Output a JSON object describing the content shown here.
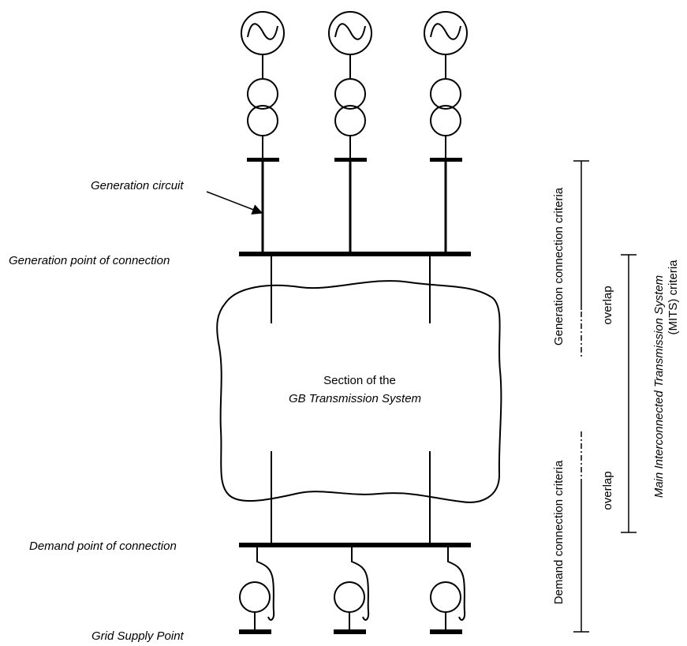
{
  "labels": {
    "generation_circuit": "Generation circuit",
    "generation_poc": "Generation point of connection",
    "demand_poc": "Demand point of connection",
    "grid_supply_point": "Grid Supply Point"
  },
  "cloud": {
    "line1": "Section of the",
    "line2": "GB Transmission System"
  },
  "criteria": {
    "generation": "Generation connection criteria",
    "demand": "Demand connection criteria",
    "overlap": "overlap",
    "mits_line1": "Main Interconnected Transmission System",
    "mits_line2": "(MITS) criteria"
  }
}
